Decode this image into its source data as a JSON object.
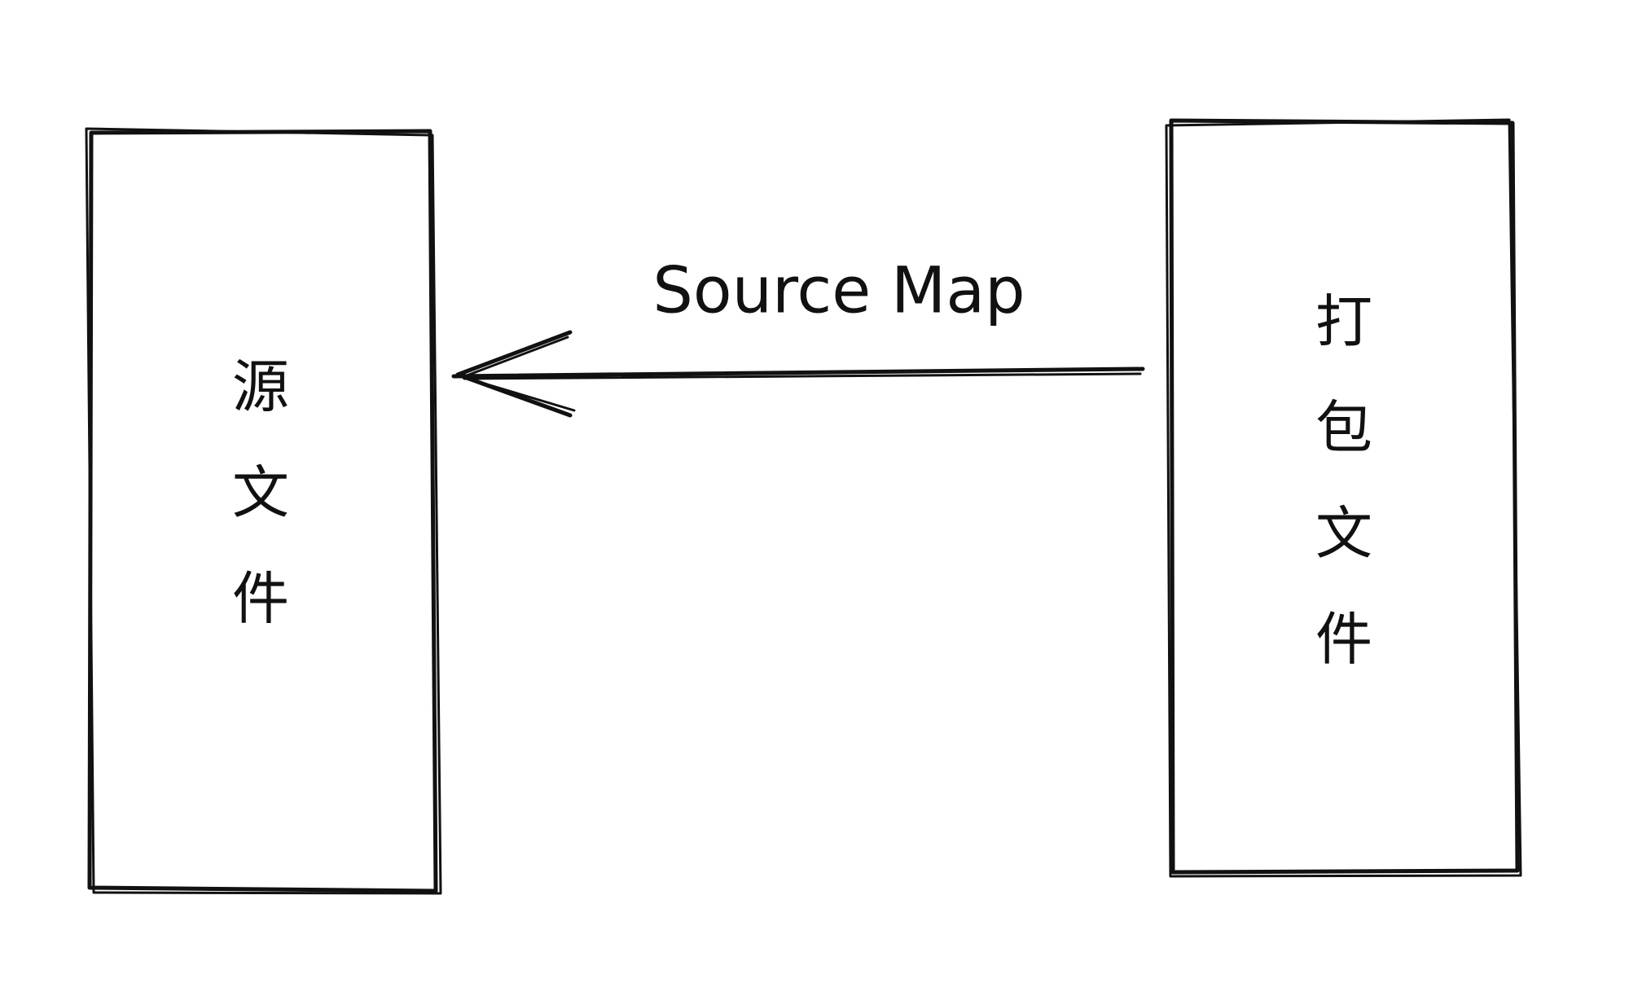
{
  "diagram": {
    "source_box": {
      "label_chars": [
        "源",
        "文",
        "件"
      ]
    },
    "bundle_box": {
      "label_chars": [
        "打",
        "包",
        "文",
        "件"
      ]
    },
    "arrow": {
      "label": "Source Map",
      "direction": "bundle-to-source"
    },
    "colors": {
      "stroke": "#111111",
      "background": "#ffffff"
    }
  }
}
